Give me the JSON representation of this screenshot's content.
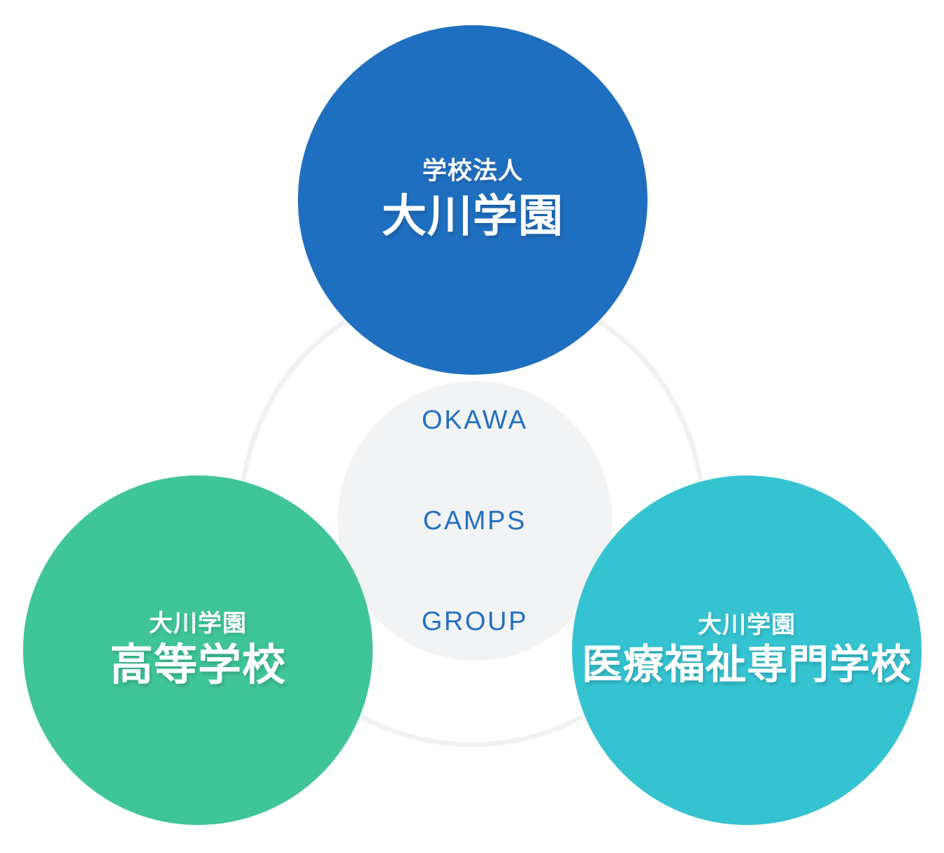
{
  "diagram": {
    "type": "venn-hub-and-spoke",
    "background_color": "#ffffff",
    "hub": {
      "name": "group-hub",
      "fill_color": "#f2f3f5",
      "text_color": "#2270c0",
      "lines": [
        "OKAWA",
        "CAMPS",
        "GROUP"
      ]
    },
    "ring": {
      "name": "connector-ring",
      "stroke_color": "#f0f1f3",
      "stroke_width": 7
    },
    "nodes": [
      {
        "id": "corporation",
        "name": "学校法人 大川学園",
        "sub_label": "学校法人",
        "title": "大川学園",
        "color": "#1f6fc0",
        "text_color": "#ffffff",
        "position": "top"
      },
      {
        "id": "high-school",
        "name": "大川学園高等学校",
        "sub_label": "大川学園",
        "title": "高等学校",
        "color": "#3fc598",
        "text_color": "#ffffff",
        "position": "bottom-left"
      },
      {
        "id": "medical-welfare-college",
        "name": "大川学園医療福祉専門学校",
        "sub_label": "大川学園",
        "title": "医療福祉専門学校",
        "color": "#35c3d2",
        "text_color": "#ffffff",
        "position": "bottom-right"
      }
    ]
  }
}
